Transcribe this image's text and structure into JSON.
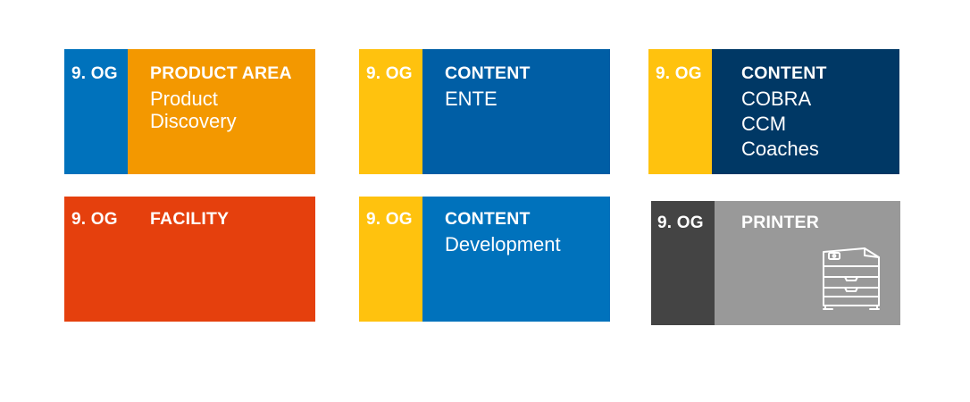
{
  "signs": [
    {
      "floor": "9. OG",
      "heading": "PRODUCT AREA",
      "lines": [
        "Product",
        "Discovery"
      ],
      "colors": {
        "floor_bg": "#0072bc",
        "main_bg": "#f39800"
      }
    },
    {
      "floor": "9. OG",
      "heading": "CONTENT",
      "lines": [
        "ENTE"
      ],
      "colors": {
        "floor_bg": "#ffc20e",
        "main_bg": "#005ea5"
      }
    },
    {
      "floor": "9. OG",
      "heading": "CONTENT",
      "lines": [
        "COBRA",
        "CCM",
        "Coaches"
      ],
      "colors": {
        "floor_bg": "#ffc20e",
        "main_bg": "#003865"
      }
    },
    {
      "floor": "9. OG",
      "heading": "FACILITY",
      "lines": [],
      "colors": {
        "floor_bg": "#e5400d",
        "main_bg": "#e5400d"
      }
    },
    {
      "floor": "9. OG",
      "heading": "CONTENT",
      "lines": [
        "Development"
      ],
      "colors": {
        "floor_bg": "#ffc20e",
        "main_bg": "#0072bc"
      }
    },
    {
      "floor": "9. OG",
      "heading": "PRINTER",
      "lines": [],
      "icon": "printer-icon",
      "colors": {
        "floor_bg": "#444444",
        "main_bg": "#999999"
      }
    }
  ]
}
